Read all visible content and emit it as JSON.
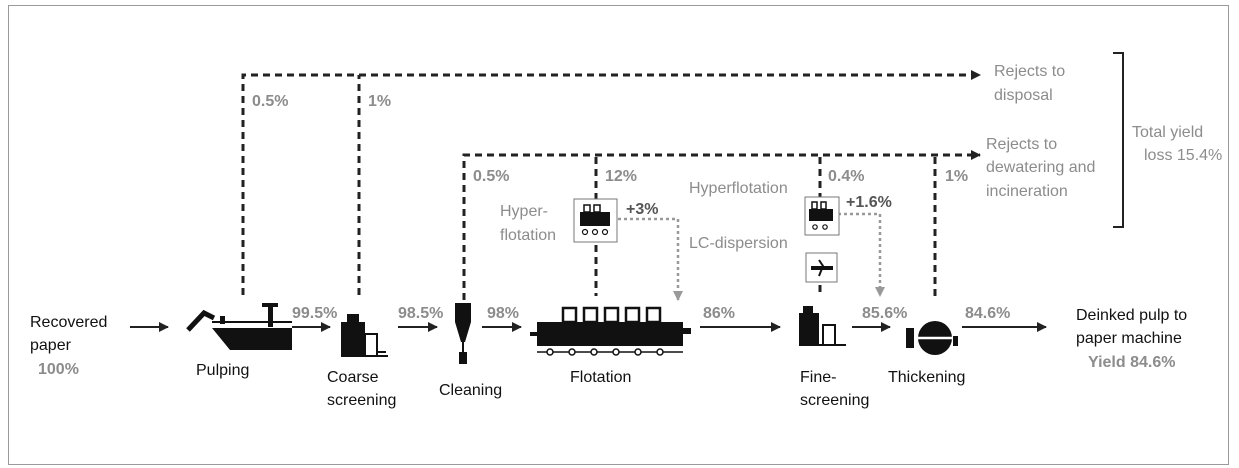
{
  "input": {
    "line1": "Recovered",
    "line2": "paper",
    "pct": "100%"
  },
  "output": {
    "line1": "Deinked pulp to",
    "line2": "paper machine",
    "yield": "Yield 84.6%"
  },
  "steps": {
    "pulping": "Pulping",
    "coarse1": "Coarse",
    "coarse2": "screening",
    "cleaning": "Cleaning",
    "flotation": "Flotation",
    "fine1": "Fine-",
    "fine2": "screening",
    "thickening": "Thickening",
    "hyper1": "Hyper-",
    "hyper2": "flotation",
    "hyperflotation": "Hyperflotation",
    "lc_dispersion": "LC-dispersion"
  },
  "flows": {
    "after_pulping": "99.5%",
    "after_coarse": "98.5%",
    "after_cleaning": "98%",
    "after_flotation": "86%",
    "after_fine": "85.6%",
    "after_thickening": "84.6%"
  },
  "losses": {
    "pulping": "0.5%",
    "coarse": "1%",
    "cleaning": "0.5%",
    "flotation": "12%",
    "fine": "0.4%",
    "thickening": "1%",
    "hyper_gain_1": "+3%",
    "hyper_gain_2": "+1.6%"
  },
  "rejects": {
    "disposal1": "Rejects to",
    "disposal2": "disposal",
    "dewater1": "Rejects to",
    "dewater2": "dewatering and",
    "dewater3": "incineration"
  },
  "total": {
    "line1": "Total yield",
    "line2": "loss 15.4%"
  }
}
